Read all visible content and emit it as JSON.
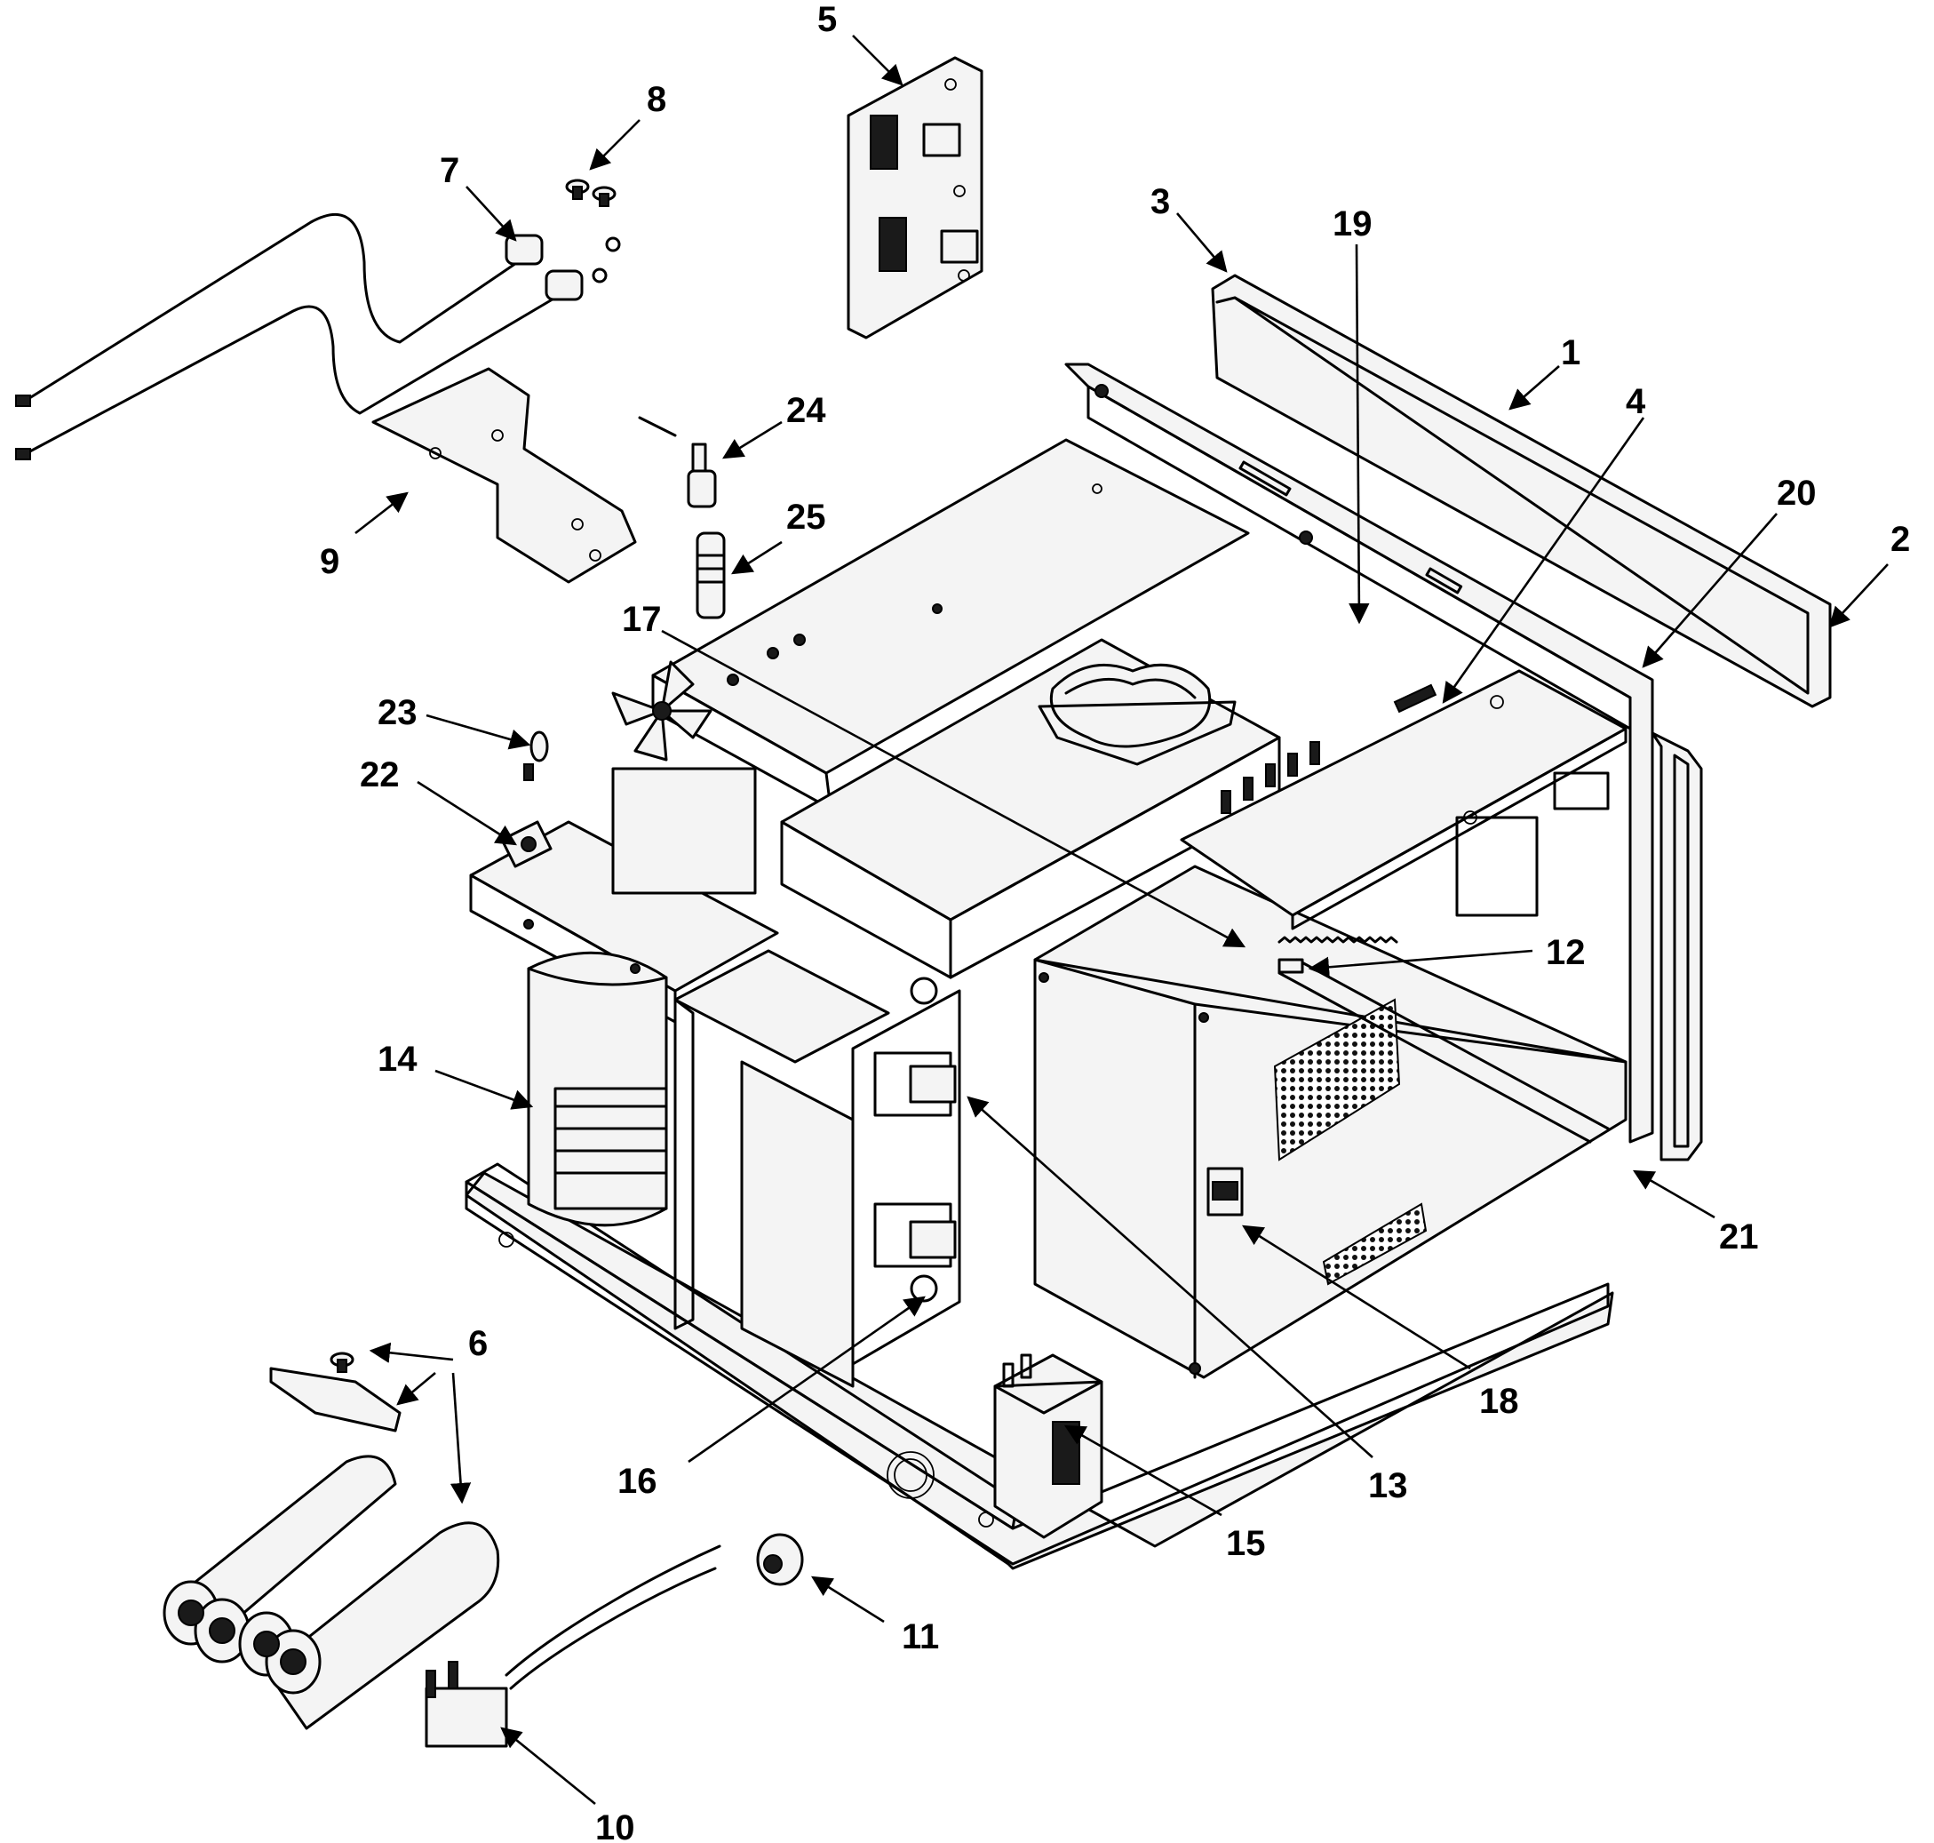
{
  "callouts": [
    {
      "id": "1",
      "label": "1"
    },
    {
      "id": "2",
      "label": "2"
    },
    {
      "id": "3",
      "label": "3"
    },
    {
      "id": "4",
      "label": "4"
    },
    {
      "id": "5",
      "label": "5"
    },
    {
      "id": "6",
      "label": "6"
    },
    {
      "id": "7",
      "label": "7"
    },
    {
      "id": "8",
      "label": "8"
    },
    {
      "id": "9",
      "label": "9"
    },
    {
      "id": "10",
      "label": "10"
    },
    {
      "id": "11",
      "label": "11"
    },
    {
      "id": "12",
      "label": "12"
    },
    {
      "id": "13",
      "label": "13"
    },
    {
      "id": "14",
      "label": "14"
    },
    {
      "id": "15",
      "label": "15"
    },
    {
      "id": "16",
      "label": "16"
    },
    {
      "id": "17",
      "label": "17"
    },
    {
      "id": "18",
      "label": "18"
    },
    {
      "id": "19",
      "label": "19"
    },
    {
      "id": "20",
      "label": "20"
    },
    {
      "id": "21",
      "label": "21"
    },
    {
      "id": "22",
      "label": "22"
    },
    {
      "id": "23",
      "label": "23"
    },
    {
      "id": "24",
      "label": "24"
    },
    {
      "id": "25",
      "label": "25"
    }
  ]
}
